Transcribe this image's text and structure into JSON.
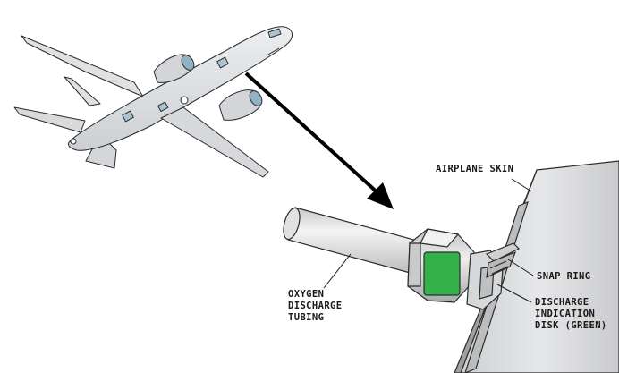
{
  "labels": {
    "airplane_skin": "AIRPLANE SKIN",
    "snap_ring": "SNAP RING",
    "oxygen_line1": "OXYGEN",
    "oxygen_line2": "DISCHARGE",
    "oxygen_line3": "TUBING",
    "disk_line1": "DISCHARGE",
    "disk_line2": "INDICATION",
    "disk_line3": "DISK (GREEN)"
  },
  "colors": {
    "fuselage": "#e4e6e8",
    "outline": "#2b2b2b",
    "window": "#a9c4cf",
    "engine_inlet": "#8fb3c2",
    "indicator_disk": "#33b24a",
    "skin_shade": "#d9dadc",
    "tube": "#e8e8e8"
  },
  "icons": [
    "airplane-illustration",
    "pointer-arrow"
  ]
}
